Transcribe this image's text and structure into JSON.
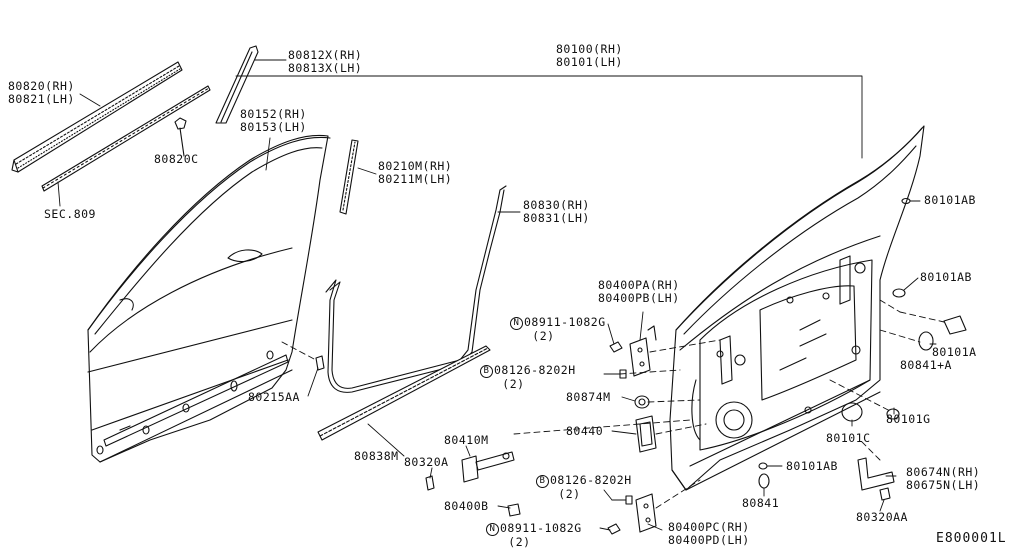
{
  "diagram_code": "E800001L",
  "callouts": {
    "c80820": {
      "a": "80820(RH)",
      "b": "80821(LH)"
    },
    "c80812": {
      "a": "80812X(RH)",
      "b": "80813X(LH)"
    },
    "c80100": {
      "a": "80100(RH)",
      "b": "80101(LH)"
    },
    "c80152": {
      "a": "80152(RH)",
      "b": "80153(LH)"
    },
    "c80820C": {
      "a": "80820C"
    },
    "csec": {
      "a": "SEC.809"
    },
    "c80210": {
      "a": "80210M(RH)",
      "b": "80211M(LH)"
    },
    "c80830": {
      "a": "80830(RH)",
      "b": "80831(LH)"
    },
    "c80101AB_top": {
      "a": "80101AB"
    },
    "c80101AB_mid": {
      "a": "80101AB"
    },
    "c80101A": {
      "a": "80101A"
    },
    "c80841A": {
      "a": "80841+A"
    },
    "c80101G": {
      "a": "80101G"
    },
    "c80101C": {
      "a": "80101C"
    },
    "c80101AB_low": {
      "a": "80101AB"
    },
    "c80841": {
      "a": "80841"
    },
    "c80674": {
      "a": "80674N(RH)",
      "b": "80675N(LH)"
    },
    "c80320AA": {
      "a": "80320AA"
    },
    "c80400PA": {
      "a": "80400PA(RH)",
      "b": "80400PB(LH)"
    },
    "c08911_top": {
      "mark": "N",
      "a": "08911-1082G",
      "b": "(2)"
    },
    "c08126_top": {
      "mark": "B",
      "a": "08126-8202H",
      "b": "(2)"
    },
    "c80874M": {
      "a": "80874M"
    },
    "c80440": {
      "a": "80440"
    },
    "c80215AA": {
      "a": "80215AA"
    },
    "c80838M": {
      "a": "80838M"
    },
    "c80410M": {
      "a": "80410M"
    },
    "c80320A": {
      "a": "80320A"
    },
    "c80400B": {
      "a": "80400B"
    },
    "c08126_low": {
      "mark": "B",
      "a": "08126-8202H",
      "b": "(2)"
    },
    "c08911_low": {
      "mark": "N",
      "a": "08911-1082G",
      "b": "(2)"
    },
    "c80400PC": {
      "a": "80400PC(RH)",
      "b": "80400PD(LH)"
    }
  }
}
